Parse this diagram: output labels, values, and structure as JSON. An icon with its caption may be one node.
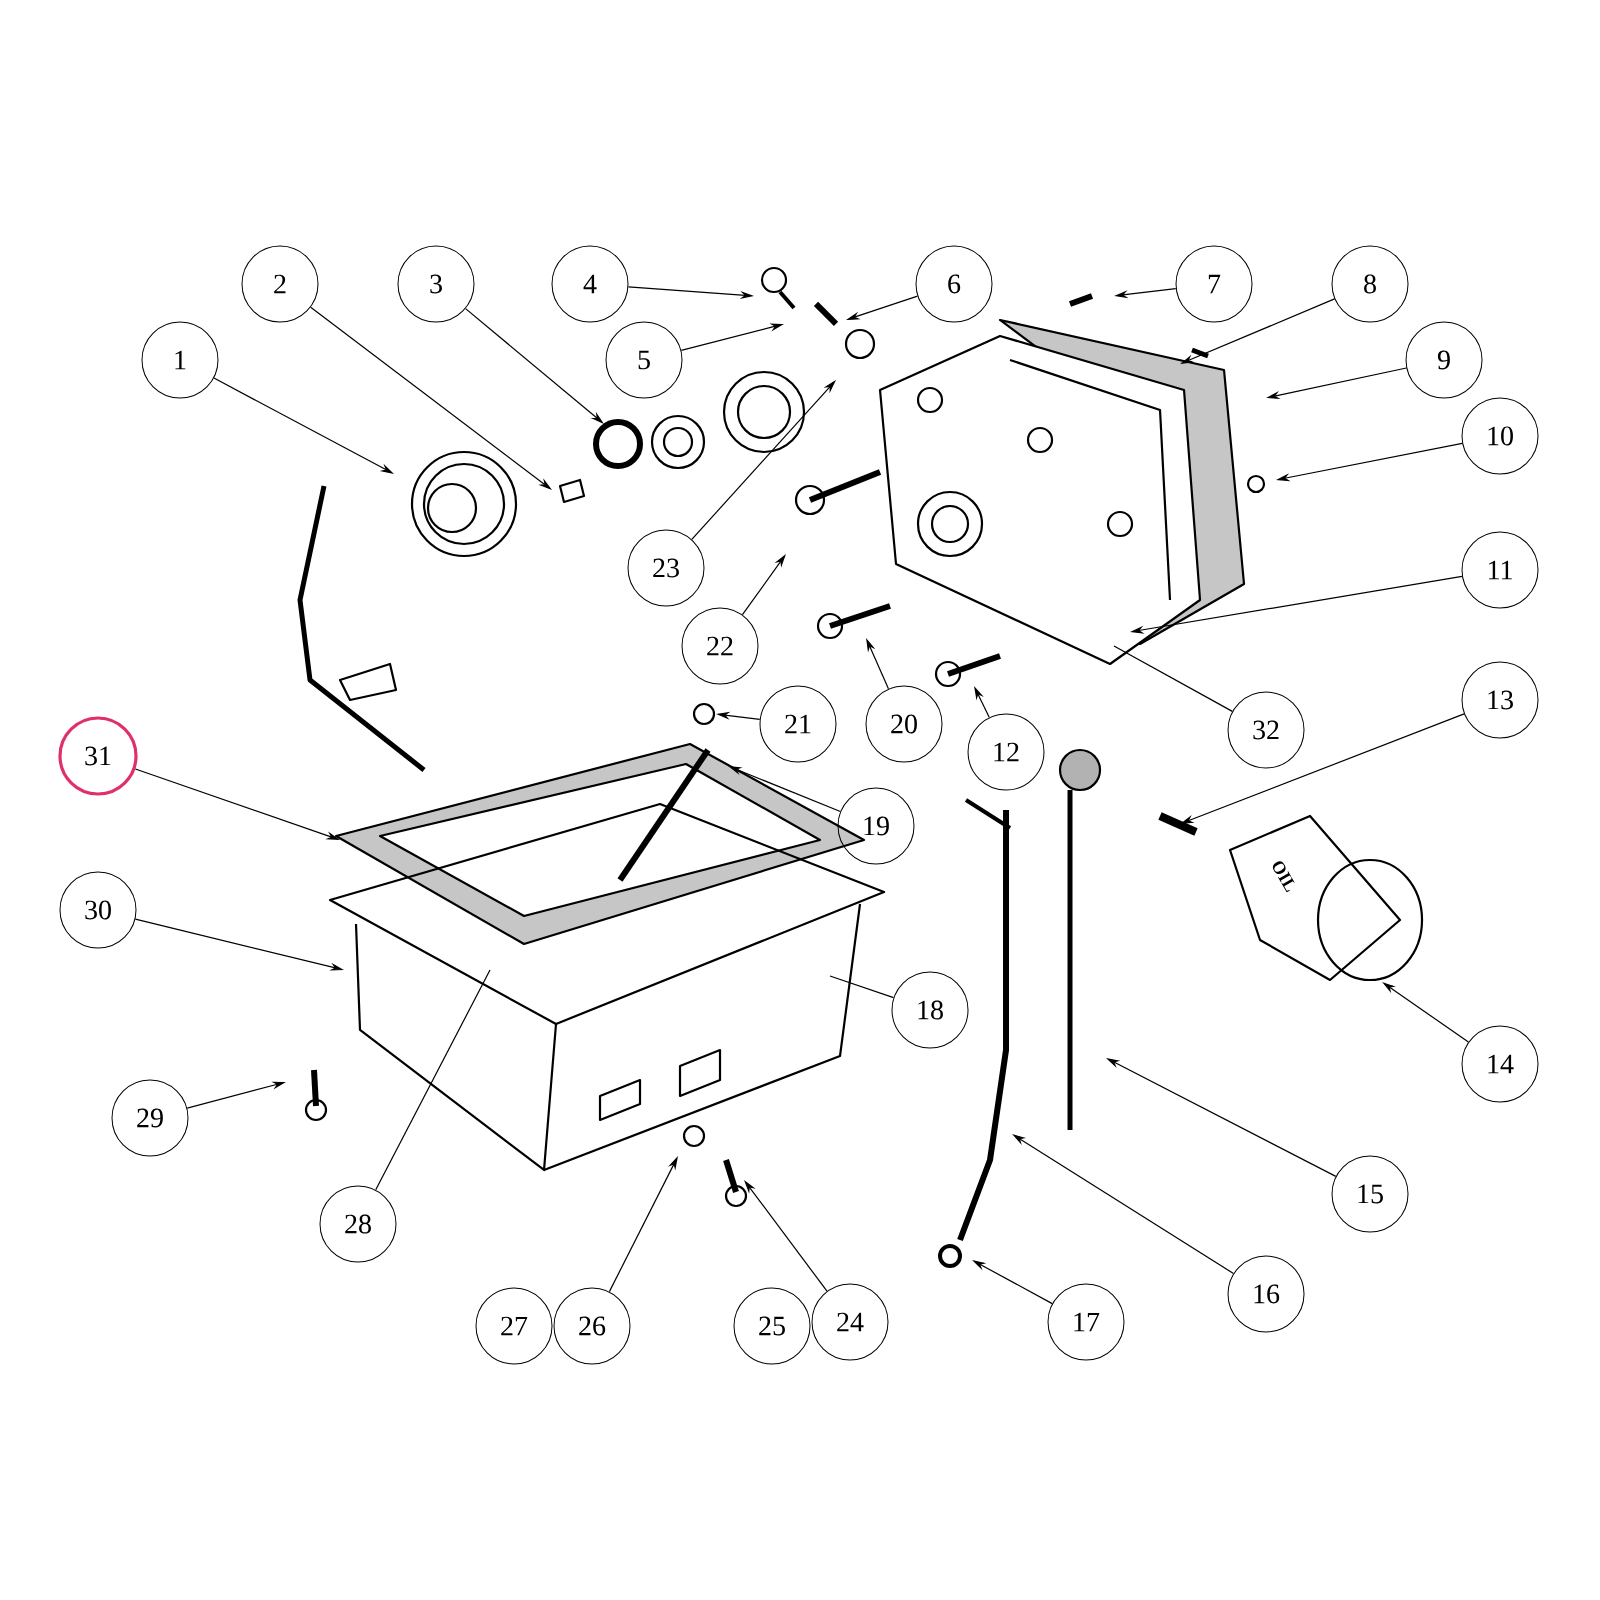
{
  "diagram": {
    "nodes": [
      {
        "text": [
          "1"
        ]
      },
      {
        "text": [
          "2"
        ]
      },
      {
        "text": [
          "3"
        ]
      },
      {
        "text": [
          "4"
        ]
      },
      {
        "text": [
          "5"
        ]
      },
      {
        "text": [
          "6"
        ]
      },
      {
        "text": [
          "7"
        ]
      },
      {
        "text": [
          "8"
        ]
      },
      {
        "text": [
          "9"
        ]
      },
      {
        "text": [
          "10"
        ]
      },
      {
        "text": [
          "11"
        ]
      },
      {
        "text": [
          "12"
        ]
      },
      {
        "text": [
          "13"
        ]
      },
      {
        "text": [
          "14"
        ]
      },
      {
        "text": [
          "15"
        ]
      },
      {
        "text": [
          "16"
        ]
      },
      {
        "text": [
          "17"
        ]
      },
      {
        "text": [
          "18"
        ]
      },
      {
        "text": [
          "19"
        ]
      },
      {
        "text": [
          "20"
        ]
      },
      {
        "text": [
          "21"
        ]
      },
      {
        "text": [
          "22"
        ]
      },
      {
        "text": [
          "23"
        ]
      },
      {
        "text": [
          "24"
        ]
      },
      {
        "text": [
          "25"
        ]
      },
      {
        "text": [
          "26"
        ]
      },
      {
        "text": [
          "27"
        ]
      },
      {
        "text": [
          "28"
        ]
      },
      {
        "text": [
          "29"
        ]
      },
      {
        "text": [
          "30"
        ]
      },
      {
        "text": [
          "31"
        ]
      },
      {
        "text": [
          "32"
        ]
      }
    ],
    "edges": [
      {
        "from": 0,
        "to": null,
        "arrow": "to"
      },
      {
        "from": 1,
        "to": null,
        "arrow": "to"
      },
      {
        "from": 2,
        "to": null,
        "arrow": "to"
      },
      {
        "from": 3,
        "to": null,
        "arrow": "to"
      },
      {
        "from": 4,
        "to": null,
        "arrow": "to"
      },
      {
        "from": 5,
        "to": null,
        "arrow": "to"
      },
      {
        "from": 6,
        "to": null,
        "arrow": "to"
      },
      {
        "from": 7,
        "to": null,
        "arrow": "to"
      },
      {
        "from": 8,
        "to": null,
        "arrow": "to"
      },
      {
        "from": 9,
        "to": null,
        "arrow": "to"
      },
      {
        "from": 10,
        "to": null,
        "arrow": "to"
      },
      {
        "from": 11,
        "to": null,
        "arrow": "to"
      },
      {
        "from": 12,
        "to": null,
        "arrow": "to"
      },
      {
        "from": 13,
        "to": null,
        "arrow": "to"
      },
      {
        "from": 14,
        "to": null,
        "arrow": "to"
      },
      {
        "from": 15,
        "to": null,
        "arrow": "to"
      },
      {
        "from": 16,
        "to": null,
        "arrow": "to"
      },
      {
        "from": 17,
        "to": null,
        "arrow": "none"
      },
      {
        "from": 18,
        "to": null,
        "arrow": "to"
      },
      {
        "from": 19,
        "to": null,
        "arrow": "to"
      },
      {
        "from": 20,
        "to": null,
        "arrow": "to"
      },
      {
        "from": 21,
        "to": null,
        "arrow": "to"
      },
      {
        "from": 22,
        "to": null,
        "arrow": "to"
      },
      {
        "from": 23,
        "to": null,
        "arrow": "to"
      },
      {
        "from": 25,
        "to": null,
        "arrow": "to"
      },
      {
        "from": 27,
        "to": null,
        "arrow": "none"
      },
      {
        "from": 28,
        "to": null,
        "arrow": "to"
      },
      {
        "from": 29,
        "to": null,
        "arrow": "to"
      },
      {
        "from": 30,
        "to": null,
        "arrow": "to"
      },
      {
        "from": 31,
        "to": null,
        "arrow": "none"
      }
    ],
    "labels": [
      "OIL"
    ]
  }
}
